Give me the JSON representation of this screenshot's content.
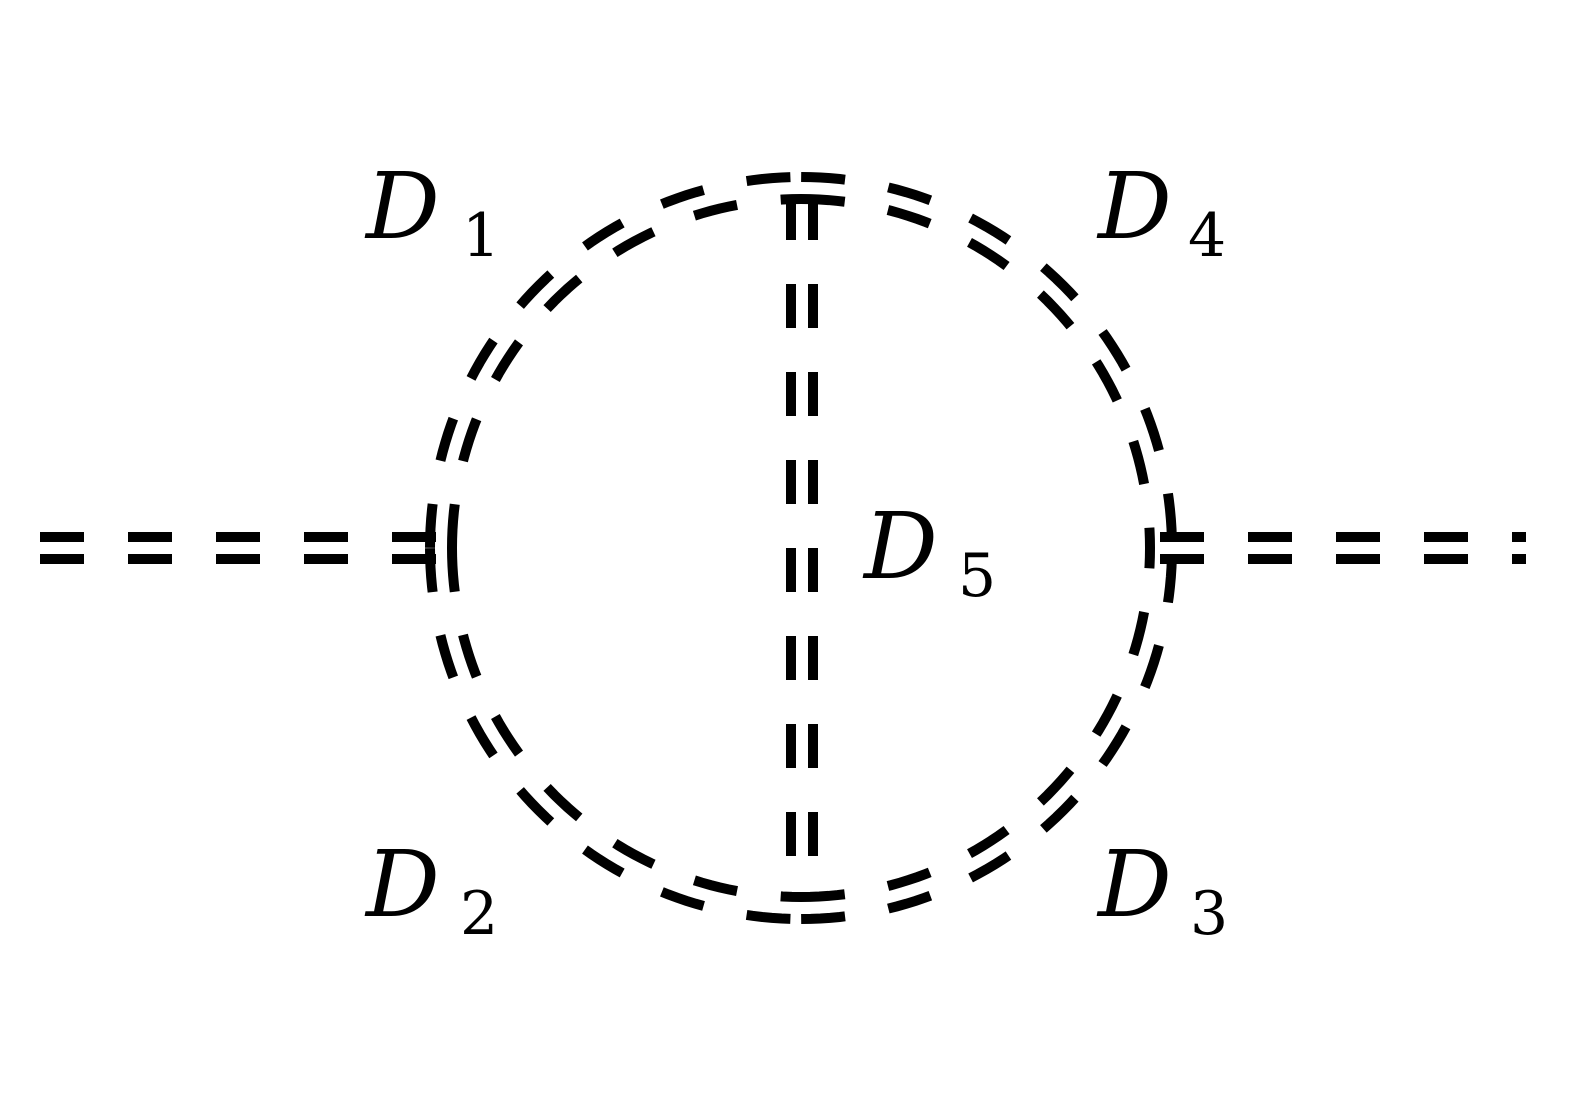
{
  "diagram": {
    "type": "feynman-diagram",
    "line_style": "double-dashed",
    "line_color": "#000000",
    "background": "#ffffff",
    "nodes": [
      {
        "id": "left-vertex",
        "type": "vertex"
      },
      {
        "id": "right-vertex",
        "type": "vertex"
      },
      {
        "id": "top-vertex",
        "type": "vertex"
      },
      {
        "id": "bottom-vertex",
        "type": "vertex"
      },
      {
        "id": "external-left",
        "type": "external"
      },
      {
        "id": "external-right",
        "type": "external"
      }
    ],
    "edges": [
      {
        "id": "incoming-leg",
        "from": "external-left",
        "to": "left-vertex",
        "label": ""
      },
      {
        "id": "outgoing-leg",
        "from": "right-vertex",
        "to": "external-right",
        "label": ""
      },
      {
        "id": "propagator-d1",
        "from": "left-vertex",
        "to": "top-vertex",
        "label": "D1"
      },
      {
        "id": "propagator-d4",
        "from": "top-vertex",
        "to": "right-vertex",
        "label": "D4"
      },
      {
        "id": "propagator-d2",
        "from": "left-vertex",
        "to": "bottom-vertex",
        "label": "D2"
      },
      {
        "id": "propagator-d3",
        "from": "bottom-vertex",
        "to": "right-vertex",
        "label": "D3"
      },
      {
        "id": "propagator-d5",
        "from": "top-vertex",
        "to": "bottom-vertex",
        "label": "D5"
      }
    ],
    "labels": {
      "d1": {
        "main": "D",
        "sub": "1"
      },
      "d2": {
        "main": "D",
        "sub": "2"
      },
      "d3": {
        "main": "D",
        "sub": "3"
      },
      "d4": {
        "main": "D",
        "sub": "4"
      },
      "d5": {
        "main": "D",
        "sub": "5"
      }
    }
  }
}
